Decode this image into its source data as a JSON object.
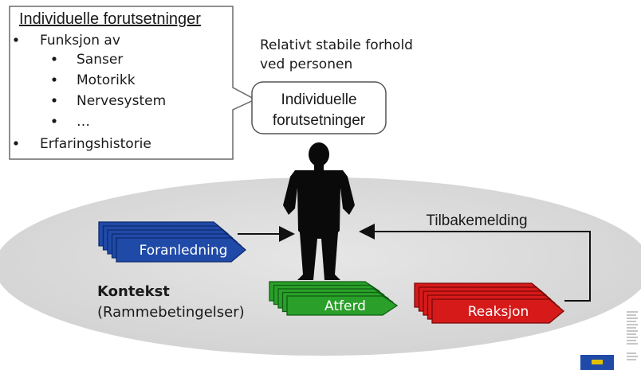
{
  "callout": {
    "title": "Individuelle forutsetninger",
    "items": [
      {
        "level": 1,
        "text": "Funksjon av"
      },
      {
        "level": 2,
        "text": "Sanser"
      },
      {
        "level": 2,
        "text": "Motorikk"
      },
      {
        "level": 2,
        "text": "Nervesystem"
      },
      {
        "level": 2,
        "text": "…"
      },
      {
        "level": 1,
        "text": "Erfaringshistorie"
      }
    ]
  },
  "stable_note": {
    "line1": "Relativt stabile forhold",
    "line2": "ved personen"
  },
  "speech_bubble": {
    "line1": "Individuelle",
    "line2": "forutsetninger"
  },
  "feedback_label": "Tilbakemelding",
  "context": {
    "title": "Kontekst",
    "subtitle": "(Rammebetingelser)"
  },
  "stacks": {
    "antecedent": {
      "label": "Foranledning",
      "color": "#1f4aa8",
      "edge": "#0d2a6e"
    },
    "behavior": {
      "label": "Atferd",
      "color": "#2aa02a",
      "edge": "#0f5e12"
    },
    "reaction": {
      "label": "Reaksjon",
      "color": "#d61a1a",
      "edge": "#7a0808"
    }
  },
  "colors": {
    "ellipse": "#d9d9d9",
    "person": "#0a0a0a"
  }
}
